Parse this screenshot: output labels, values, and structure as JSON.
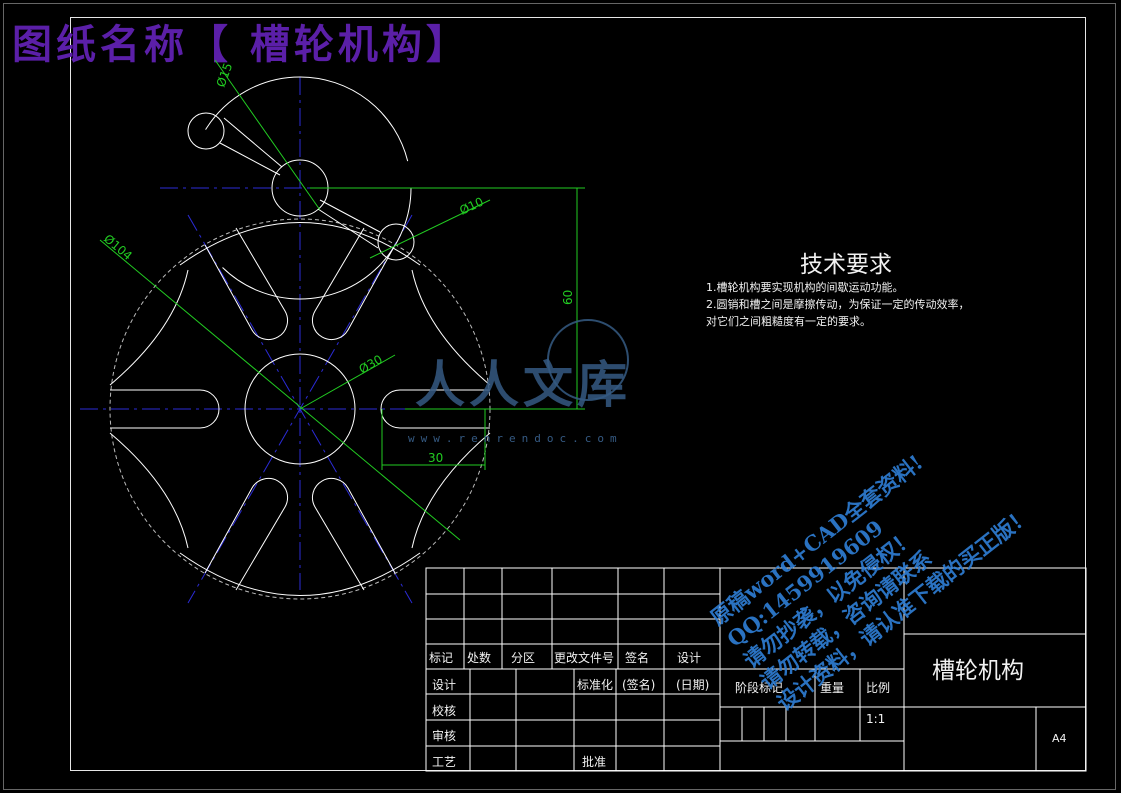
{
  "banner": {
    "title": "图纸名称【 槽轮机构】"
  },
  "dimensions": {
    "d15": "Ø15",
    "d10": "Ø10",
    "d104": "Ø104",
    "d30": "Ø30",
    "h60": "60",
    "w30": "30"
  },
  "tech_requirements": {
    "title": "技术要求",
    "lines": [
      "1.槽轮机构要实现机构的间歇运动功能。",
      "2.圆销和槽之间是摩擦传动，为保证一定的传动效率，",
      "对它们之间粗糙度有一定的要求。"
    ]
  },
  "title_block": {
    "header_row": [
      "标记",
      "处数",
      "分区",
      "更改文件号",
      "签名",
      "设计"
    ],
    "row_design": [
      "设计",
      "标准化",
      "(签名)",
      "(日期)"
    ],
    "row_check": "校核",
    "row_review": "审核",
    "row_process": "工艺",
    "approve": "批准",
    "stage_mark": "阶段标记",
    "weight": "重量",
    "ratio_label": "比例",
    "ratio_value": "1:1",
    "part_name": "槽轮机构",
    "sheet_size": "A4"
  },
  "watermark": {
    "lines": [
      "原稿word+CAD全套资料!",
      "QQ:1459919609",
      "请勿抄袭，以免侵权！",
      "请勿转载，咨询请联系",
      "设计资料，请认准下载的买正版！"
    ],
    "logo": "人人文库",
    "url": "www.renrendoc.com"
  },
  "colors": {
    "banner": "#5b1fa8",
    "dimension": "#22cc22",
    "centerline": "#2b2bd6",
    "line": "#ffffff",
    "watermark": "#2f7fd6"
  }
}
